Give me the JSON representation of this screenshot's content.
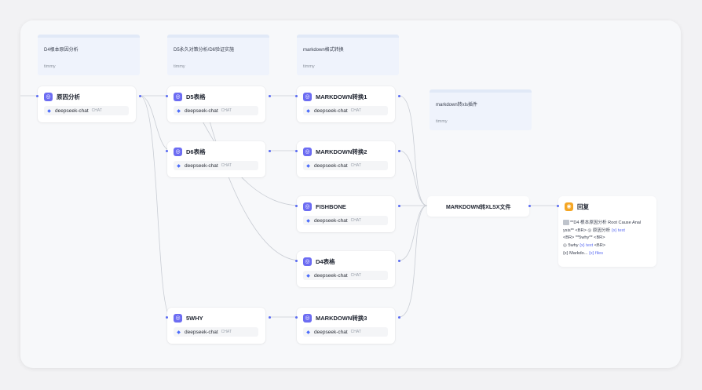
{
  "notes": [
    {
      "title": "D4根本原因分析",
      "author": "timmy"
    },
    {
      "title": "D5永久对策分析/D6验证实施",
      "author": "timmy"
    },
    {
      "title": "markdown格式转换",
      "author": "timmy"
    },
    {
      "title": "markdown转xls插件",
      "author": "timmy"
    }
  ],
  "nodes": [
    {
      "title": "原因分析",
      "model": "deepseek-chat",
      "tag": "CHAT"
    },
    {
      "title": "D5表格",
      "model": "deepseek-chat",
      "tag": "CHAT"
    },
    {
      "title": "D6表格",
      "model": "deepseek-chat",
      "tag": "CHAT"
    },
    {
      "title": "5WHY",
      "model": "deepseek-chat",
      "tag": "CHAT"
    },
    {
      "title": "MARKDOWN转换1",
      "model": "deepseek-chat",
      "tag": "CHAT"
    },
    {
      "title": "MARKDOWN转换2",
      "model": "deepseek-chat",
      "tag": "CHAT"
    },
    {
      "title": "FISHBONE",
      "model": "deepseek-chat",
      "tag": "CHAT"
    },
    {
      "title": "D4表格",
      "model": "deepseek-chat",
      "tag": "CHAT"
    },
    {
      "title": "MARKDOWN转换3",
      "model": "deepseek-chat",
      "tag": "CHAT"
    }
  ],
  "center": {
    "title": "MARKDOWN转XLSX文件"
  },
  "answer": {
    "title": "回复",
    "line1": "**D4 根本原因分析 Root Cause Anal",
    "line2a": "ysis** <BR>",
    "line2b": "原因分析",
    "line2c": "{x} text",
    "line3": "<BR> **5why** <BR>",
    "line4a": "5why",
    "line4b": "{x} text",
    "line4c": "<BR>",
    "line5a": "{x} Markdo...",
    "line5b": "{x} files"
  },
  "colors": {
    "node_icon": "#6c6cf2",
    "answer_icon": "#f5a623",
    "edge": "#c9cdd4",
    "handle": "#5b6cf2"
  }
}
